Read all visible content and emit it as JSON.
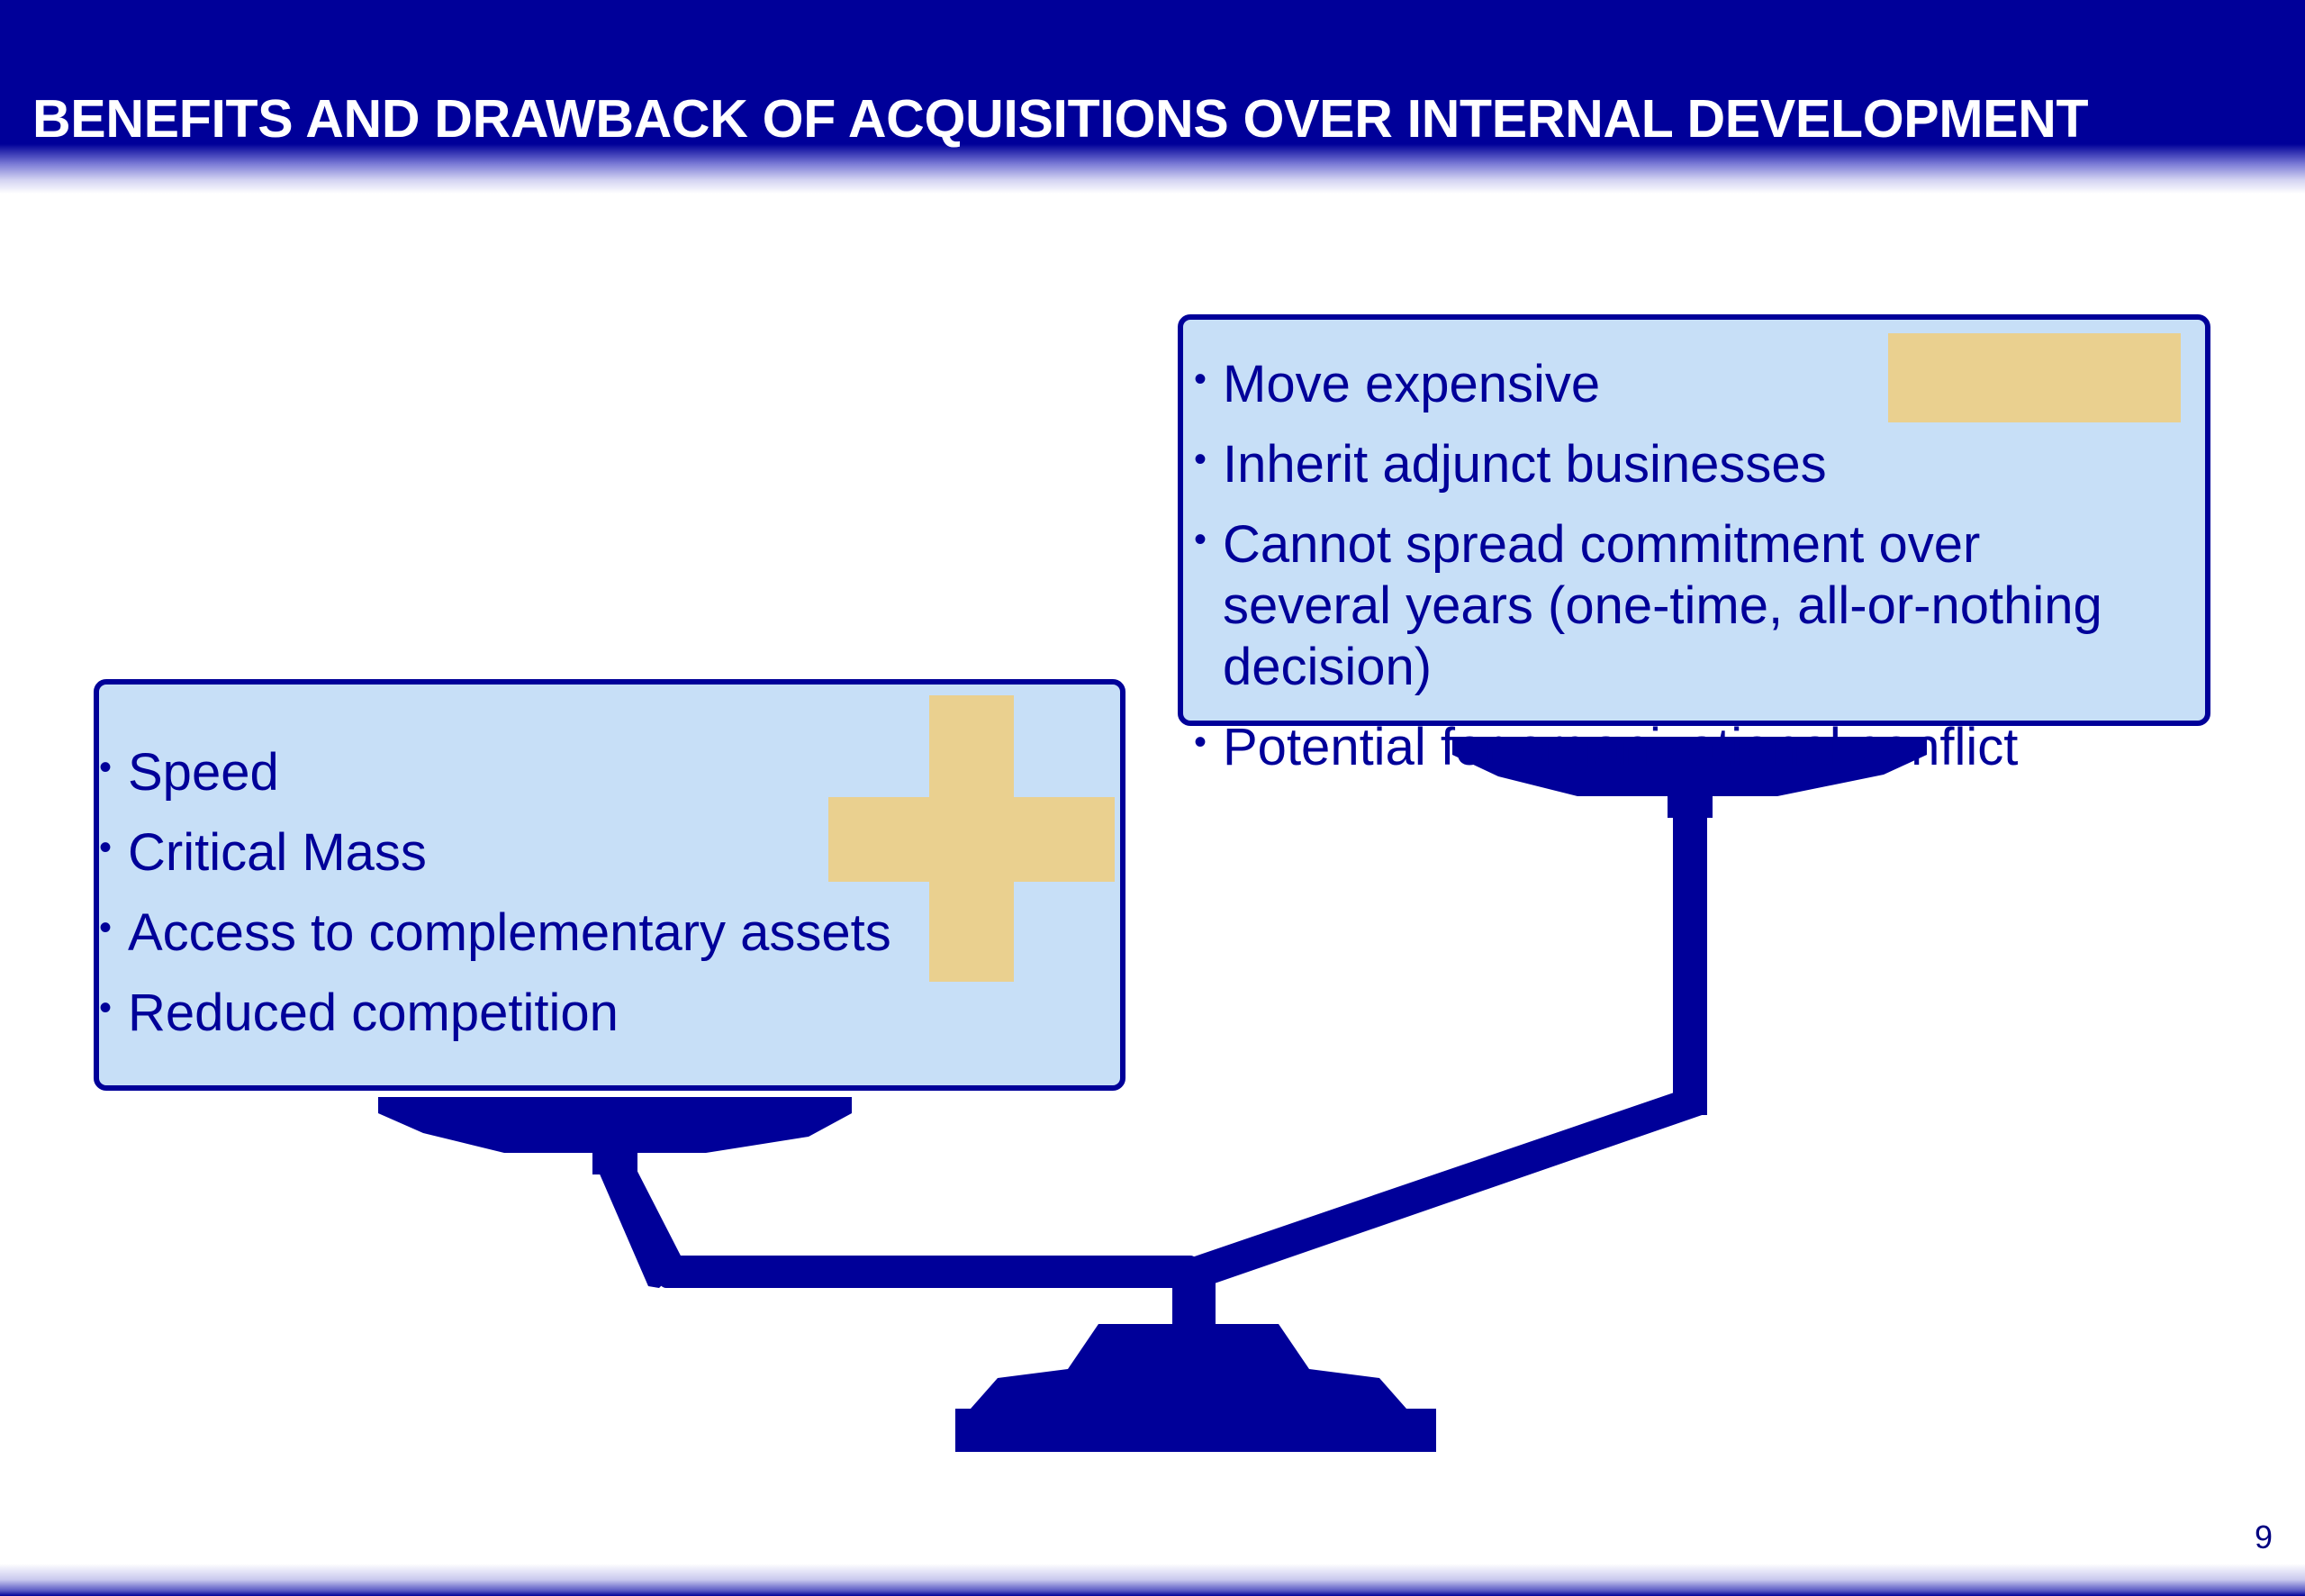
{
  "title": "BENEFITS AND DRAWBACK OF ACQUISITIONS OVER INTERNAL DEVELOPMENT",
  "page_number": "9",
  "benefits": {
    "symbol": "plus-icon",
    "items": [
      "Speed",
      "Critical Mass",
      "Access to complementary assets",
      "Reduced competition"
    ]
  },
  "drawbacks": {
    "symbol": "minus-icon",
    "items": [
      "Move expensive",
      "Inherit adjunct businesses",
      "Cannot spread commitment over several years (one-time, all-or-nothing decision)",
      "Potential for organizational conflict"
    ]
  },
  "colors": {
    "navy": "#000099",
    "box_fill": "#c7dff7",
    "symbol_fill": "#ead08f",
    "title_text": "#ffffff"
  }
}
